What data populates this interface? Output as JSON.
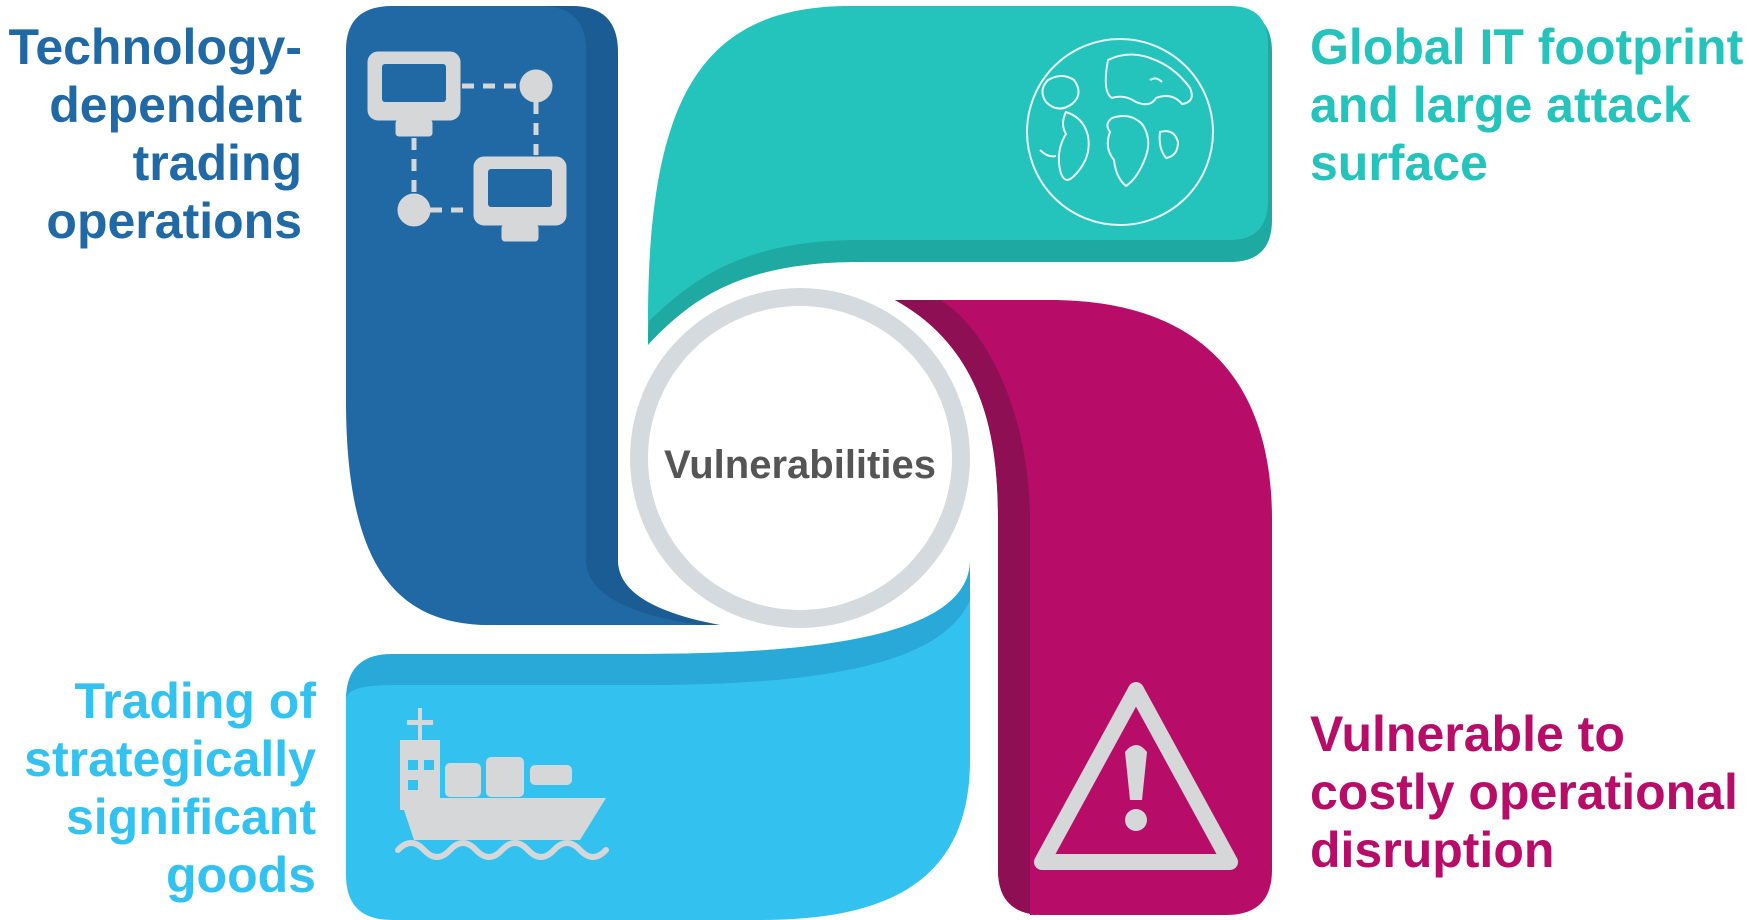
{
  "center": {
    "label": "Vulnerabilities"
  },
  "quadrants": [
    {
      "id": "technology",
      "lines": [
        "Technology-",
        "dependent",
        "trading",
        "operations"
      ],
      "color": "#2169a5",
      "shade": "#1b5c94",
      "icon": "network-computers-icon"
    },
    {
      "id": "global-it",
      "lines": [
        "Global IT footprint",
        "and large attack",
        "surface"
      ],
      "color": "#24c3bb",
      "shade": "#1ea9a3",
      "icon": "globe-icon"
    },
    {
      "id": "trading-goods",
      "lines": [
        "Trading of",
        "strategically",
        "significant",
        "goods"
      ],
      "color": "#33c2ef",
      "shade": "#29a9d8",
      "icon": "cargo-ship-icon"
    },
    {
      "id": "disruption",
      "lines": [
        "Vulnerable to",
        "costly operational",
        "disruption"
      ],
      "color": "#b70c68",
      "shade": "#8f0f54",
      "icon": "warning-triangle-icon"
    }
  ],
  "colors": {
    "ring": "#d4dadd",
    "icon_gray": "#d5d7d9",
    "center_text": "#555555"
  }
}
